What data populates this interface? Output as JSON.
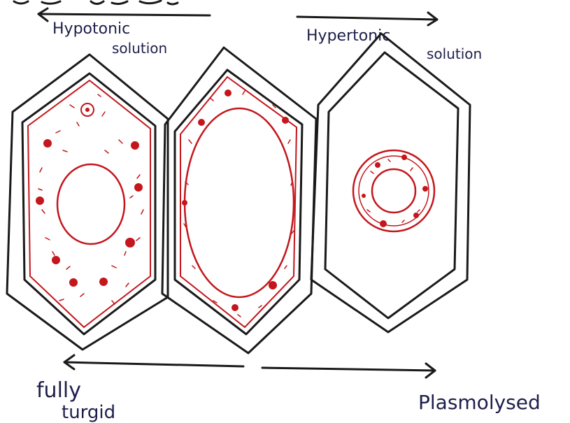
{
  "labels": {
    "top_left_partial": "",
    "hypotonic_line1": "Hypotonic",
    "hypotonic_line2": "solution",
    "hypertonic_line1": "Hypertonic",
    "hypertonic_line2": "solution",
    "fully_line1": "fully",
    "fully_line2": "turgid",
    "plasmolysed": "Plasmolysed"
  },
  "colors": {
    "ink": "#1a1a1a",
    "cytoplasm": "#c4161c",
    "label_ink": "#1d1f4a"
  }
}
